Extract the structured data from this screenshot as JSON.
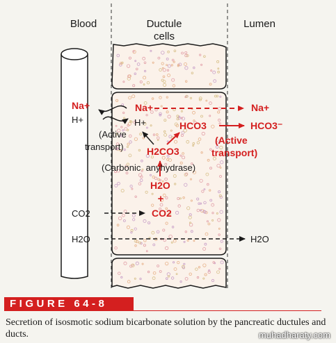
{
  "regions": {
    "blood": "Blood",
    "ductule_cells_line1": "Ductule",
    "ductule_cells_line2": "cells",
    "lumen": "Lumen"
  },
  "species": {
    "na_blood": "Na+",
    "h_blood": "H+",
    "na_cell": "Na+",
    "h_cell": "H+",
    "na_lumen": "Na+",
    "hco3_cell": "HCO3",
    "hco3_lumen": "HCO3⁻",
    "h2co3": "H2CO3",
    "h2o_cell": "H2O",
    "plus": "+",
    "co2_cell": "CO2",
    "co2_blood": "CO2",
    "h2o_blood": "H2O",
    "h2o_lumen": "H2O"
  },
  "annotations": {
    "active_transport_left_1": "(Active",
    "active_transport_left_2": "transport)",
    "active_transport_right_1": "(Active",
    "active_transport_right_2": "transport)",
    "carbonic_anhydrase": "(Carbonic  anyhydrase)"
  },
  "figure": {
    "label": "FIGURE 64-8",
    "caption": "Secretion of isosmotic sodium bicarbonate solution by the pancreatic ductules and ducts."
  },
  "watermark": "muhadharaty.com",
  "colors": {
    "red": "#d41f1f",
    "black": "#1a1a1a",
    "cell_fill": "#fbf2ea"
  }
}
